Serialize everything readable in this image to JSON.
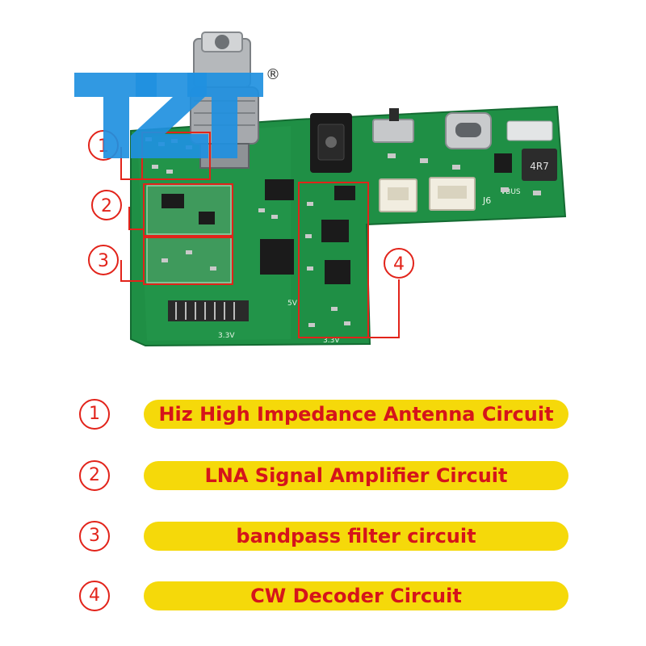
{
  "logo": {
    "text": "TZT",
    "registered_mark": "®",
    "color": "#1f90e0"
  },
  "annotation_color": "#e2231a",
  "callouts": [
    {
      "num": "1"
    },
    {
      "num": "2"
    },
    {
      "num": "3"
    },
    {
      "num": "4"
    }
  ],
  "legend": [
    {
      "num": "1",
      "label": "Hiz High Impedance Antenna Circuit"
    },
    {
      "num": "2",
      "label": "LNA Signal Amplifier Circuit"
    },
    {
      "num": "3",
      "label": "bandpass filter circuit"
    },
    {
      "num": "4",
      "label": "CW Decoder Circuit"
    }
  ],
  "board_silkscreen": [
    "4R7",
    "J6",
    "VBUS",
    "5V",
    "3.3V",
    "3.3V"
  ],
  "pill_color": "#f5d90a",
  "board_color": "#1f8f45"
}
